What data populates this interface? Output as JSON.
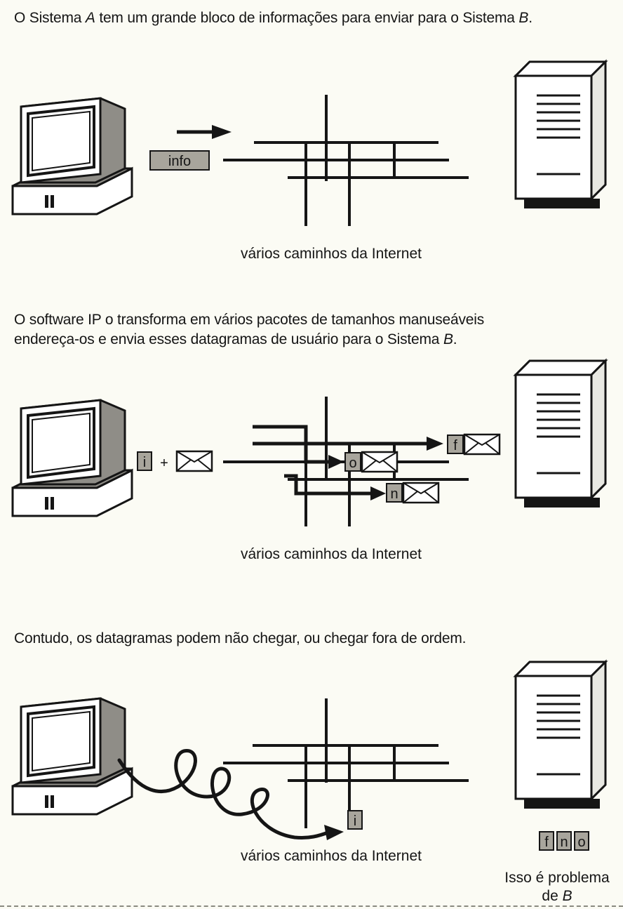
{
  "panel1": {
    "caption_pre": "O Sistema ",
    "caption_a": "A",
    "caption_mid": " tem um grande bloco de informações para enviar para o Sistema ",
    "caption_b": "B",
    "caption_end": ".",
    "info_label": "info",
    "paths_label": "vários caminhos da Internet"
  },
  "panel2": {
    "caption_line1": "O software IP o transforma em vários pacotes de tamanhos manuseáveis",
    "caption_line2_pre": "endereça-os e envia esses datagramas de usuário para o Sistema ",
    "caption_line2_b": "B",
    "caption_line2_end": ".",
    "packet_i": "i",
    "plus": "+",
    "packet_f": "f",
    "packet_o": "o",
    "packet_n": "n",
    "paths_label": "vários caminhos da Internet"
  },
  "panel3": {
    "caption": "Contudo, os datagramas podem não chegar, ou chegar fora de ordem.",
    "packet_i": "i",
    "paths_label": "vários caminhos da Internet",
    "received": [
      "f",
      "n",
      "o"
    ],
    "note_line1": "Isso é problema",
    "note_line2_pre": "de ",
    "note_line2_b": "B"
  },
  "colors": {
    "ink": "#151515",
    "label_fill": "#a8a59c",
    "computer_shade": "#8f8d87",
    "paper": "#fbfbf4"
  }
}
